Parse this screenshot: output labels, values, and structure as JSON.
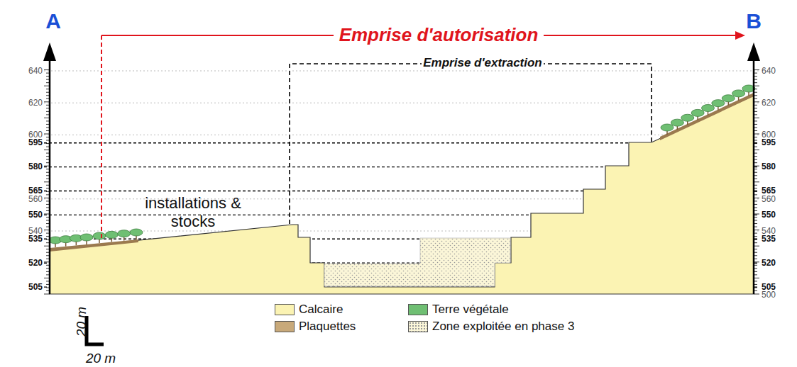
{
  "diagram": {
    "labels": [
      "A",
      "B",
      "Emprise d'autorisation",
      "Emprise d'extraction",
      "installations & stocks",
      "640",
      "620",
      "600",
      "595",
      "580",
      "565",
      "560",
      "550",
      "540",
      "535",
      "520",
      "505",
      "640",
      "620",
      "600",
      "595",
      "580",
      "565",
      "560",
      "550",
      "540",
      "535",
      "520",
      "505",
      "500",
      "20 m",
      "20 m"
    ],
    "legend": [
      {
        "text": "Calcaire",
        "color": "#fbf3b3"
      },
      {
        "text": "Plaquettes",
        "color": "#c8a97a"
      },
      {
        "text": "Terre végétale",
        "color": "#6fbf73"
      },
      {
        "text": "Zone exploitée en phase 3"
      }
    ]
  }
}
